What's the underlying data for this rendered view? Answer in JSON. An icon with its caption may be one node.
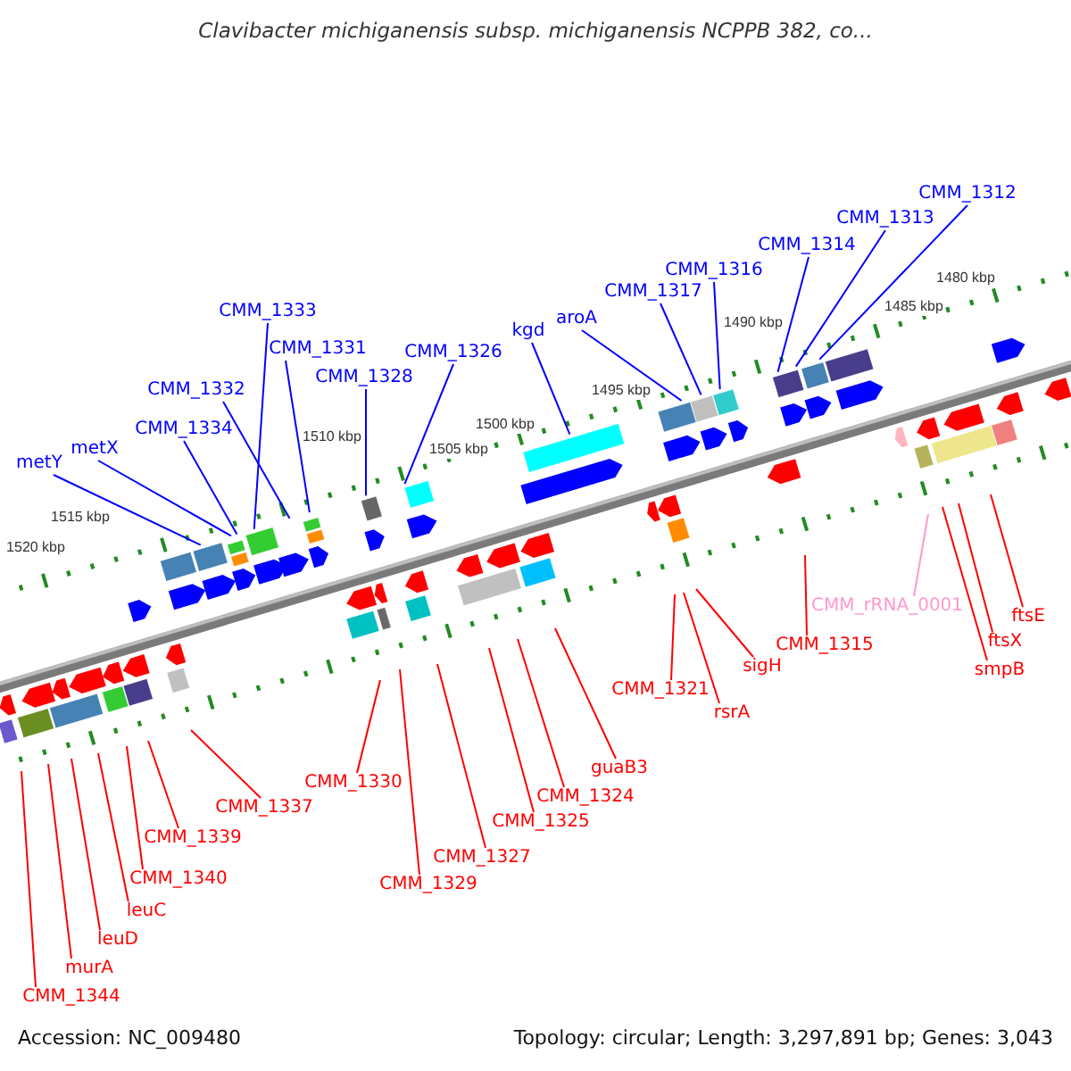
{
  "diagram": {
    "title": "Clavibacter michiganensis subsp. michiganensis NCPPB 382, co...",
    "nodes": [
      {
        "text": [
          "metY"
        ]
      },
      {
        "text": [
          "metX"
        ]
      },
      {
        "text": [
          "CMM_1334"
        ]
      },
      {
        "text": [
          "CMM_1333"
        ]
      },
      {
        "text": [
          "CMM_1331"
        ]
      },
      {
        "text": [
          "CMM_1332"
        ]
      },
      {
        "text": [
          "CMM_1328"
        ]
      },
      {
        "text": [
          "CMM_1326"
        ]
      },
      {
        "text": [
          "kgd"
        ]
      },
      {
        "text": [
          "aroA"
        ]
      },
      {
        "text": [
          "CMM_1317"
        ]
      },
      {
        "text": [
          "CMM_1316"
        ]
      },
      {
        "text": [
          "CMM_1314"
        ]
      },
      {
        "text": [
          "CMM_1313"
        ]
      },
      {
        "text": [
          "CMM_1312"
        ]
      },
      {
        "text": [
          "CMM_1344"
        ]
      },
      {
        "text": [
          "murA"
        ]
      },
      {
        "text": [
          "leuD"
        ]
      },
      {
        "text": [
          "leuC"
        ]
      },
      {
        "text": [
          "CMM_1340"
        ]
      },
      {
        "text": [
          "CMM_1339"
        ]
      },
      {
        "text": [
          "CMM_1337"
        ]
      },
      {
        "text": [
          "CMM_1330"
        ]
      },
      {
        "text": [
          "CMM_1329"
        ]
      },
      {
        "text": [
          "CMM_1327"
        ]
      },
      {
        "text": [
          "CMM_1325"
        ]
      },
      {
        "text": [
          "CMM_1324"
        ]
      },
      {
        "text": [
          "guaB3"
        ]
      },
      {
        "text": [
          "CMM_1321"
        ]
      },
      {
        "text": [
          "rsrA"
        ]
      },
      {
        "text": [
          "sigH"
        ]
      },
      {
        "text": [
          "CMM_1315"
        ]
      },
      {
        "text": [
          "CMM_rRNA_0001"
        ]
      },
      {
        "text": [
          "smpB"
        ]
      },
      {
        "text": [
          "ftsX"
        ]
      },
      {
        "text": [
          "ftsE"
        ]
      }
    ],
    "edges": [
      {
        "from": 0,
        "to": null,
        "arrow": "none",
        "color": "#0000ff"
      },
      {
        "from": 1,
        "to": null,
        "arrow": "none",
        "color": "#0000ff"
      },
      {
        "from": 2,
        "to": null,
        "arrow": "none",
        "color": "#0000ff"
      },
      {
        "from": 3,
        "to": null,
        "arrow": "none",
        "color": "#0000ff"
      },
      {
        "from": 4,
        "to": null,
        "arrow": "none",
        "color": "#0000ff"
      },
      {
        "from": 5,
        "to": null,
        "arrow": "none",
        "color": "#0000ff"
      },
      {
        "from": 6,
        "to": null,
        "arrow": "none",
        "color": "#0000ff"
      },
      {
        "from": 7,
        "to": null,
        "arrow": "none",
        "color": "#0000ff"
      },
      {
        "from": 8,
        "to": null,
        "arrow": "none",
        "color": "#0000ff"
      },
      {
        "from": 9,
        "to": null,
        "arrow": "none",
        "color": "#0000ff"
      },
      {
        "from": 10,
        "to": null,
        "arrow": "none",
        "color": "#0000ff"
      },
      {
        "from": 11,
        "to": null,
        "arrow": "none",
        "color": "#0000ff"
      },
      {
        "from": 12,
        "to": null,
        "arrow": "none",
        "color": "#0000ff"
      },
      {
        "from": 13,
        "to": null,
        "arrow": "none",
        "color": "#0000ff"
      },
      {
        "from": 14,
        "to": null,
        "arrow": "none",
        "color": "#0000ff"
      },
      {
        "from": 15,
        "to": null,
        "arrow": "none"
      },
      {
        "from": 16,
        "to": null,
        "arrow": "none"
      },
      {
        "from": 17,
        "to": null,
        "arrow": "none"
      },
      {
        "from": 18,
        "to": null,
        "arrow": "none"
      },
      {
        "from": 19,
        "to": null,
        "arrow": "none"
      },
      {
        "from": 20,
        "to": null,
        "arrow": "none"
      },
      {
        "from": 21,
        "to": null,
        "arrow": "none"
      },
      {
        "from": 22,
        "to": null,
        "arrow": "none"
      },
      {
        "from": 23,
        "to": null,
        "arrow": "none"
      },
      {
        "from": 24,
        "to": null,
        "arrow": "none"
      },
      {
        "from": 25,
        "to": null,
        "arrow": "none"
      },
      {
        "from": 26,
        "to": null,
        "arrow": "none"
      },
      {
        "from": 27,
        "to": null,
        "arrow": "none"
      },
      {
        "from": 28,
        "to": null,
        "arrow": "none"
      },
      {
        "from": 29,
        "to": null,
        "arrow": "none"
      },
      {
        "from": 30,
        "to": null,
        "arrow": "none"
      },
      {
        "from": 31,
        "to": null,
        "arrow": "none"
      },
      {
        "from": 32,
        "to": null,
        "arrow": "none",
        "color": "#ff99cc"
      },
      {
        "from": 33,
        "to": null,
        "arrow": "none"
      },
      {
        "from": 34,
        "to": null,
        "arrow": "none"
      },
      {
        "from": 35,
        "to": null,
        "arrow": "none"
      }
    ],
    "labels": [
      "1520 kbp",
      "1515 kbp",
      "1510 kbp",
      "1505 kbp",
      "1500 kbp",
      "1495 kbp",
      "1490 kbp",
      "1485 kbp",
      "1480 kbp",
      "Accession: NC_009480",
      "Topology: circular; Length: 3,297,891 bp; Genes: 3,043"
    ]
  }
}
